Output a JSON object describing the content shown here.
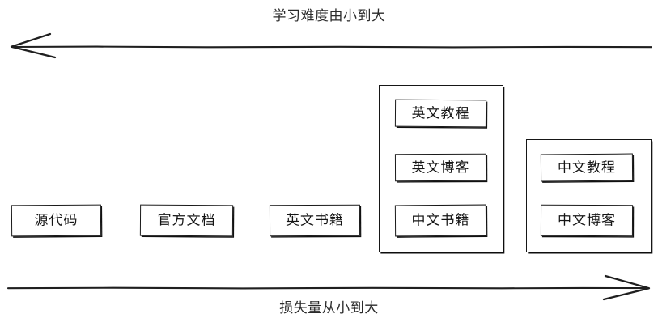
{
  "diagram": {
    "title_top": "学习难度由小到大",
    "title_bottom": "损失量从小到大",
    "axes": [
      {
        "name": "learning-difficulty-axis",
        "label": "学习难度由小到大",
        "direction": "left",
        "position": "top"
      },
      {
        "name": "loss-amount-axis",
        "label": "损失量从小到大",
        "direction": "right",
        "position": "bottom"
      }
    ],
    "nodes": [
      {
        "id": "source-code",
        "label": "源代码"
      },
      {
        "id": "official-docs",
        "label": "官方文档"
      },
      {
        "id": "english-books",
        "label": "英文书籍"
      },
      {
        "id": "english-tutorial",
        "label": "英文教程"
      },
      {
        "id": "english-blog",
        "label": "英文博客"
      },
      {
        "id": "chinese-books",
        "label": "中文书籍"
      },
      {
        "id": "chinese-tutorial",
        "label": "中文教程"
      },
      {
        "id": "chinese-blog",
        "label": "中文博客"
      }
    ],
    "groups": [
      {
        "id": "english-group",
        "members": [
          "英文教程",
          "英文博客",
          "中文书籍"
        ]
      },
      {
        "id": "chinese-group",
        "members": [
          "中文教程",
          "中文博客"
        ]
      }
    ],
    "colors": {
      "stroke": "#1a1a1a",
      "text": "#151515",
      "background": "#ffffff"
    }
  }
}
